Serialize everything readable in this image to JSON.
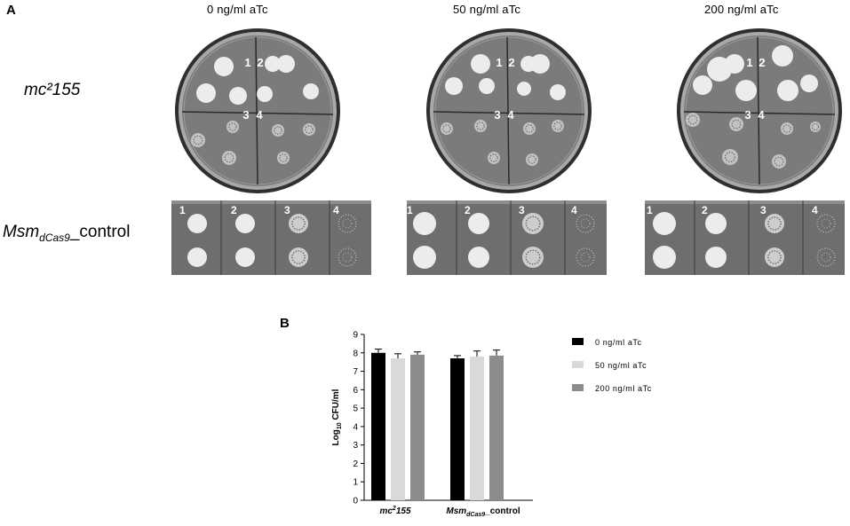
{
  "panelA": {
    "letter": "A",
    "conditions": [
      "0 ng/ml aTc",
      "50 ng/ml aTc",
      "200 ng/ml aTc"
    ],
    "row1_label": "mc²155",
    "row2_label_main": "Msm",
    "row2_label_sub": "dCas9",
    "row2_label_suffix": "_control",
    "quadrant_labels": [
      "1",
      "2",
      "3",
      "4"
    ],
    "strip_labels": [
      "1",
      "2",
      "3",
      "4"
    ]
  },
  "panelB": {
    "letter": "B"
  },
  "chart_data": {
    "type": "bar",
    "ylabel": "Log10 CFU/ml",
    "ylabel_main": "Log",
    "ylabel_sub": "10",
    "ylabel_rest": " CFU/ml",
    "ylim": [
      0,
      9
    ],
    "yticks": [
      "0",
      "1",
      "2",
      "3",
      "4",
      "5",
      "6",
      "7",
      "8",
      "9"
    ],
    "categories": [
      "mc²155",
      "MsmdCas9_control"
    ],
    "category_labels": [
      {
        "main": "mc",
        "sup": "2",
        "rest": "155"
      },
      {
        "main": "Msm",
        "sub": "dCas9",
        "rest": "_control"
      }
    ],
    "series": [
      {
        "name": "0 ng/ml aTc",
        "color": "#000000",
        "values": [
          8.0,
          7.7
        ],
        "errors": [
          0.2,
          0.15
        ]
      },
      {
        "name": "50 ng/ml aTc",
        "color": "#d9d9d9",
        "values": [
          7.7,
          7.8
        ],
        "errors": [
          0.25,
          0.3
        ]
      },
      {
        "name": "200 ng/ml aTc",
        "color": "#8c8c8c",
        "values": [
          7.9,
          7.85
        ],
        "errors": [
          0.15,
          0.3
        ]
      }
    ],
    "legend_position": "right"
  }
}
